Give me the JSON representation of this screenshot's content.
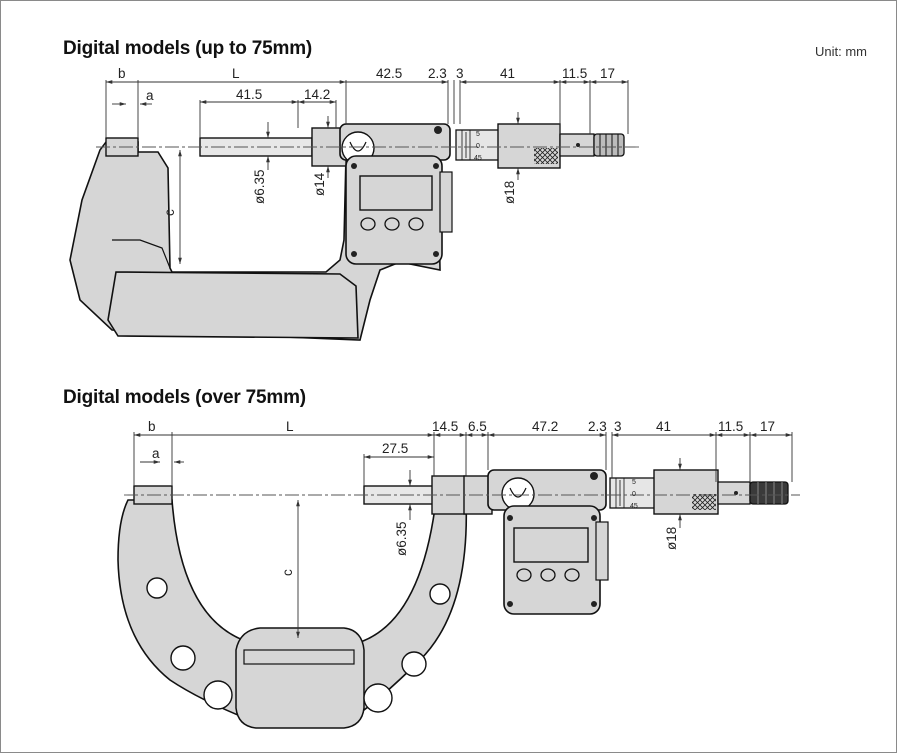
{
  "page": {
    "unit_label": "Unit: mm"
  },
  "figure1": {
    "title": "Digital models (up to 75mm)",
    "dimensions": {
      "b": "b",
      "a": "a",
      "L": "L",
      "c": "c",
      "d425": "42.5",
      "d23": "2.3",
      "d3": "3",
      "d41": "41",
      "d115": "11.5",
      "d17": "17",
      "d415": "41.5",
      "d142": "14.2",
      "dia635": "ø6.35",
      "dia14": "ø14",
      "dia18": "ø18"
    },
    "thimble_marks": [
      "5",
      "0",
      "45"
    ]
  },
  "figure2": {
    "title": "Digital models (over 75mm)",
    "dimensions": {
      "b": "b",
      "a": "a",
      "L": "L",
      "c": "c",
      "d275": "27.5",
      "d145": "14.5",
      "d65": "6.5",
      "d472": "47.2",
      "d23": "2.3",
      "d3": "3",
      "d41": "41",
      "d115": "11.5",
      "d17": "17",
      "dia635": "ø6.35",
      "dia18": "ø18"
    },
    "thimble_marks": [
      "5",
      "0",
      "45"
    ]
  },
  "colors": {
    "body_fill": "#d6d6d6",
    "outline": "#111111",
    "dim_line": "#333333"
  }
}
